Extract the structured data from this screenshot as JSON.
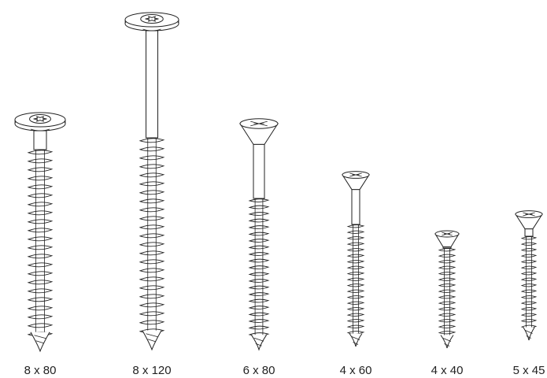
{
  "screws": [
    {
      "label": "8 x 80",
      "head": "washer-torx"
    },
    {
      "label": "8 x 120",
      "head": "washer-torx"
    },
    {
      "label": "6 x 80",
      "head": "countersunk-pozi"
    },
    {
      "label": "4 x 60",
      "head": "countersunk-pozi"
    },
    {
      "label": "4 x 40",
      "head": "countersunk-pozi"
    },
    {
      "label": "5 x 45",
      "head": "countersunk-pozi"
    }
  ],
  "colors": {
    "line": "#222222",
    "background": "#ffffff"
  }
}
